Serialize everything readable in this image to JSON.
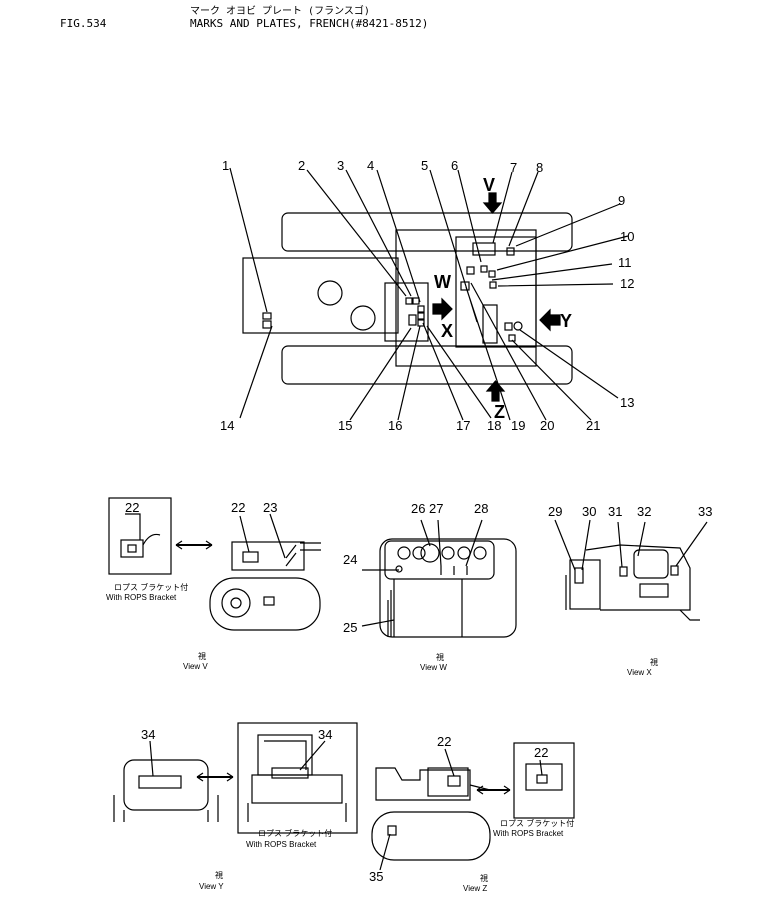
{
  "header": {
    "fig_no": "FIG.534",
    "title_jp": "マーク オヨビ プレート (フランスゴ)",
    "title_en": "MARKS AND PLATES, FRENCH(#8421-8512)"
  },
  "view_arrows": [
    "V",
    "W",
    "X",
    "Y",
    "Z"
  ],
  "callouts": [
    "1",
    "2",
    "3",
    "4",
    "5",
    "6",
    "7",
    "8",
    "9",
    "10",
    "11",
    "12",
    "13",
    "14",
    "15",
    "16",
    "17",
    "18",
    "19",
    "20",
    "21",
    "22",
    "23",
    "24",
    "25",
    "26",
    "27",
    "28",
    "29",
    "30",
    "31",
    "32",
    "33",
    "34",
    "35"
  ],
  "captions": {
    "rops_jp": "ロプス ブラケット付",
    "rops_en": "With ROPS Bracket",
    "view_jp": "視",
    "view_v": "View V",
    "view_w": "View W",
    "view_x": "View X",
    "view_y": "View Y",
    "view_z": "View Z",
    "letter_v": "V",
    "letter_w": "W",
    "letter_x": "X",
    "letter_y": "Y",
    "letter_z": "Z"
  }
}
